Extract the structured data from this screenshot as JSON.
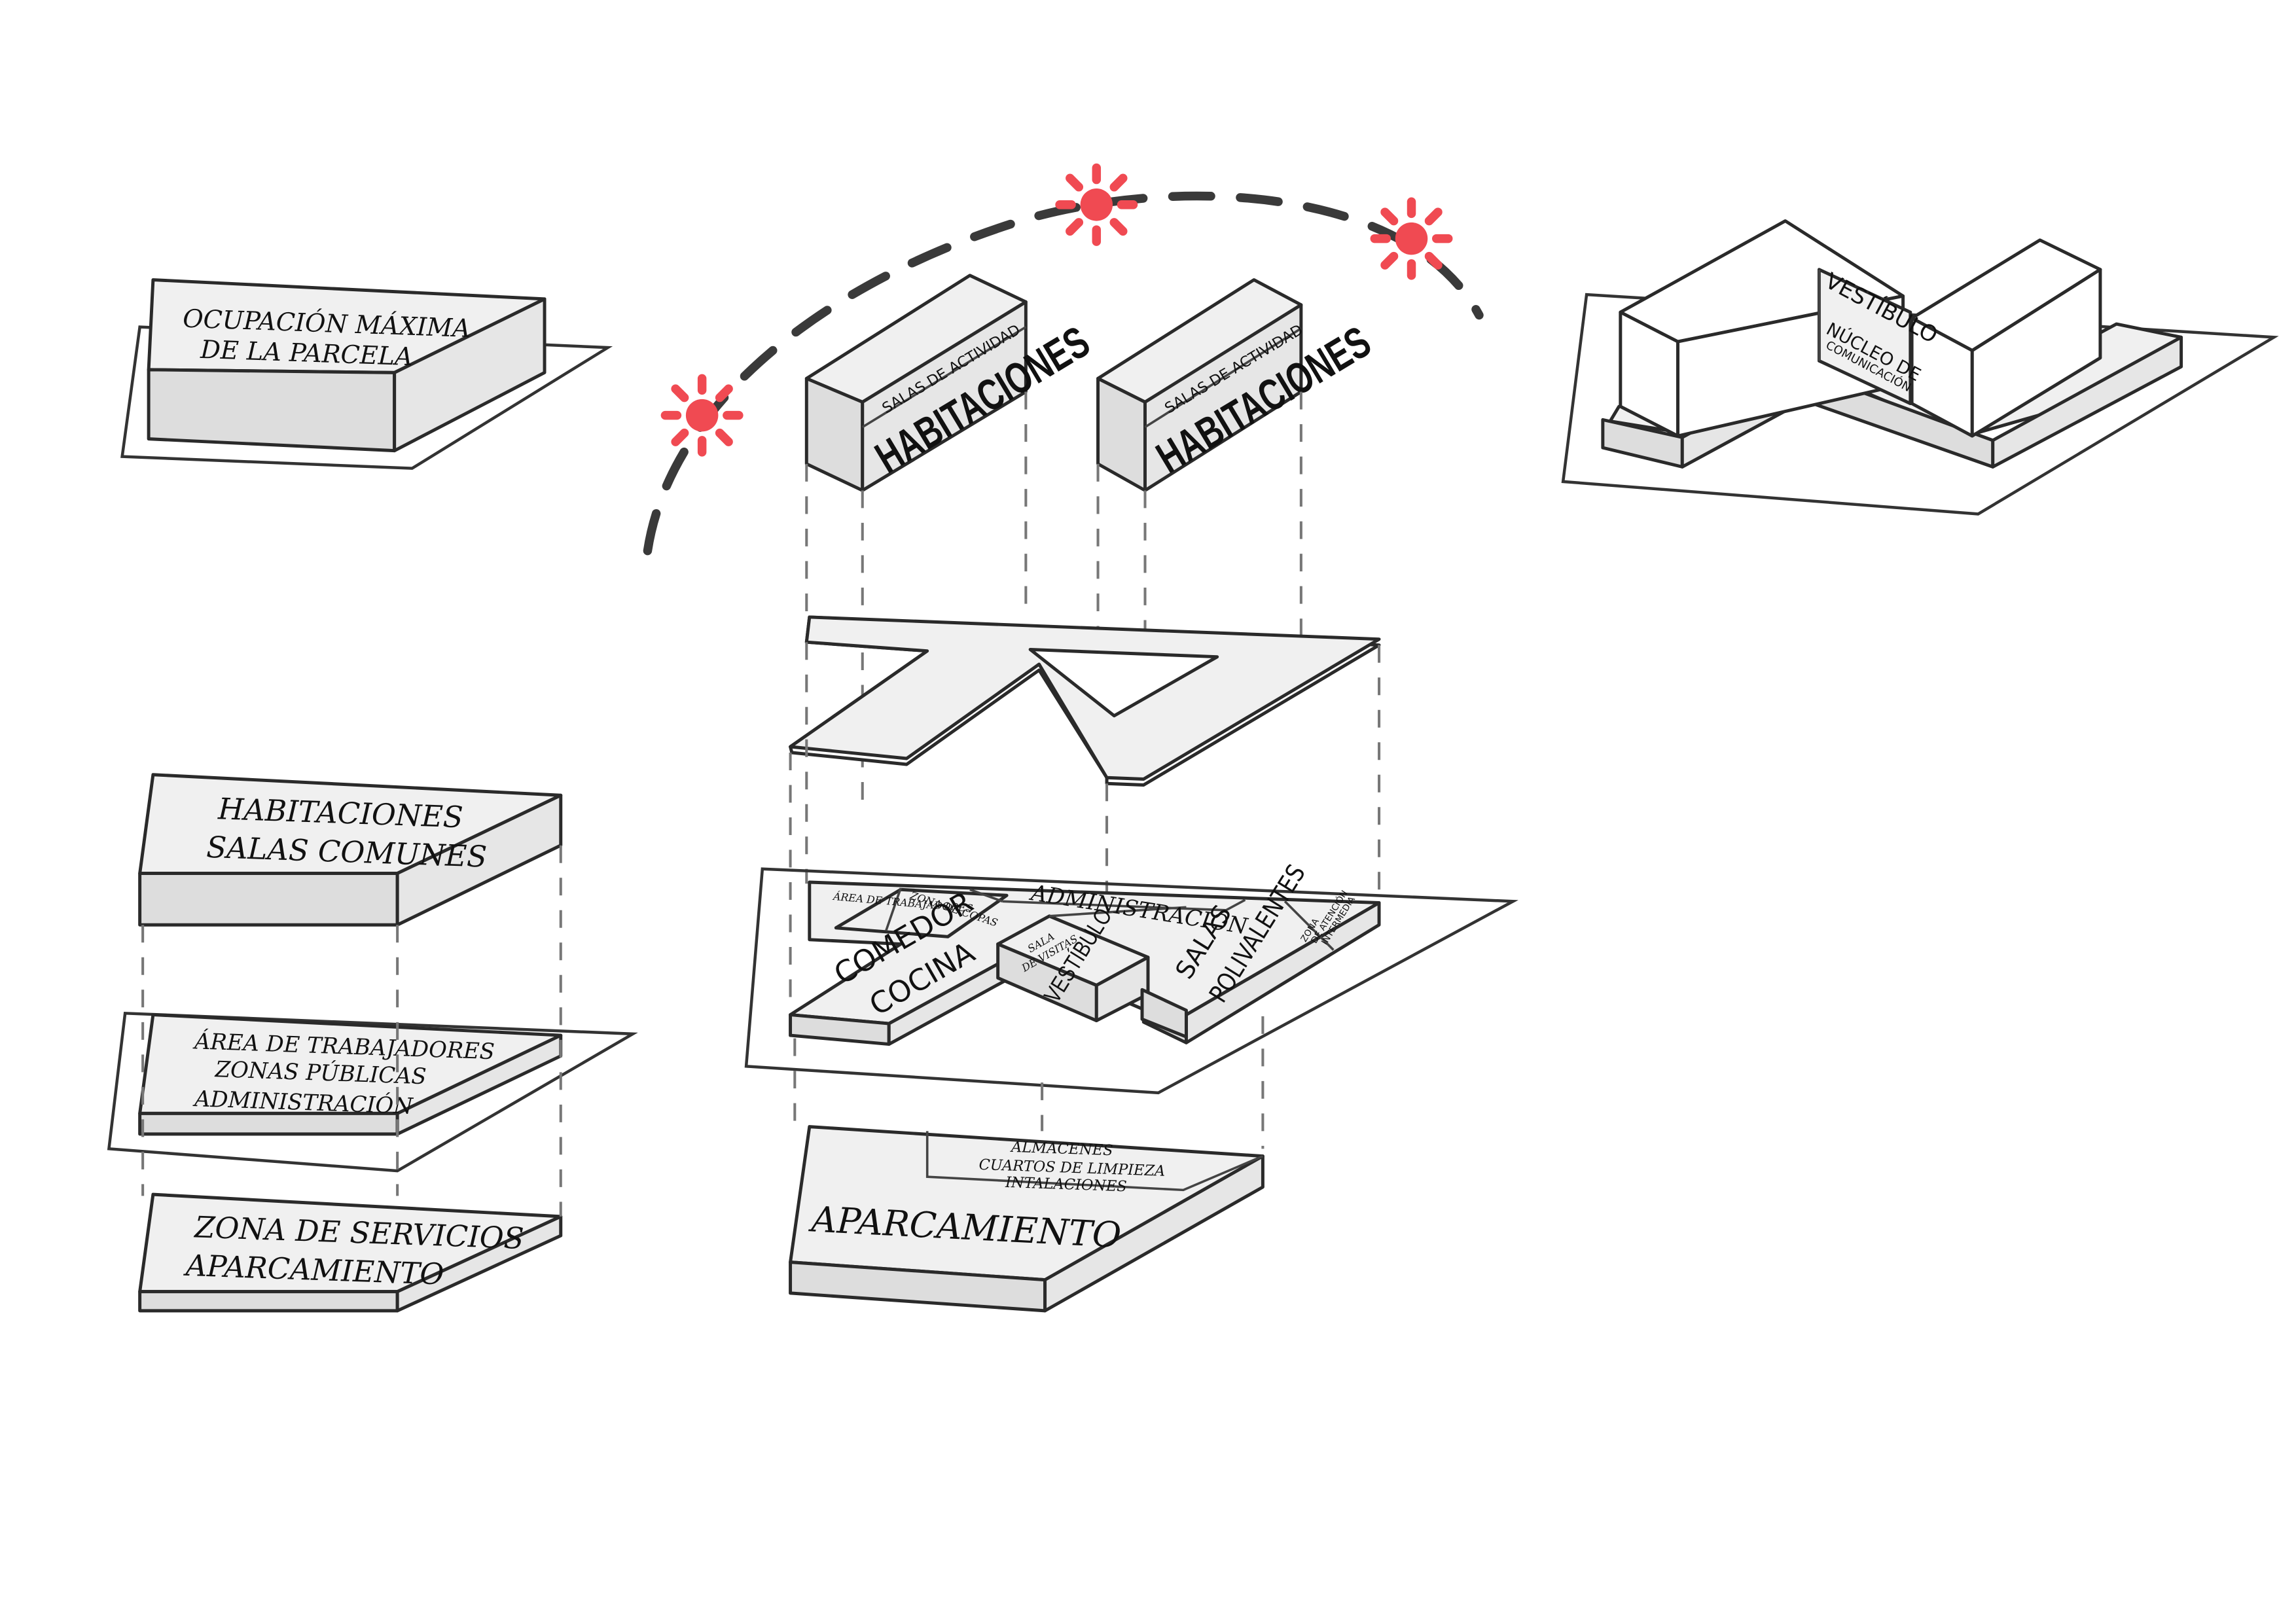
{
  "labels": {
    "max_occupation_1": "OCUPACIÓN MÁXIMA",
    "max_occupation_2": "DE LA PARCELA",
    "stack_rooms_1": "HABITACIONES",
    "stack_rooms_2": "SALAS COMUNES",
    "stack_workers_1": "ÁREA DE TRABAJADORES",
    "stack_workers_2": "ZONAS PÚBLICAS",
    "stack_workers_3": "ADMINISTRACIÓN",
    "stack_services_1": "ZONA DE SERVICIOS",
    "stack_services_2": "APARCAMIENTO",
    "block_a_small": "SALAS DE ACTIVIDAD",
    "block_a_big": "HABITACIONES",
    "block_b_small": "SALAS DE ACTIVIDAD",
    "block_b_big": "HABITACIONES",
    "ground_workers": "ÁREA DE TRABAJADORES",
    "ground_clean": "ZONA DE COPAS",
    "ground_admin": "ADMINISTRACIÓN",
    "ground_dining_1": "COMEDOR",
    "ground_dining_2": "COCINA",
    "ground_visits_1": "SALA",
    "ground_visits_2": "DE VISITAS",
    "ground_lobby": "VESTÍBULO",
    "ground_multi_1": "SALAS",
    "ground_multi_2": "POLIVALENTES",
    "ground_care_1": "ZONA",
    "ground_care_2": "DE ATENCIÓN",
    "ground_care_3": "INTERMEDIA",
    "base_store_1": "ALMACENES",
    "base_store_2": "CUARTOS DE LIMPIEZA",
    "base_store_3": "INTALACIONES",
    "base_parking": "APARCAMIENTO",
    "final_lobby": "VESTÍBULO",
    "final_core_1": "NÚCLEO DE",
    "final_core_2": "COMUNICACIÓN"
  },
  "colors": {
    "sun": "#f04a52",
    "top_face": "#f0f0f0",
    "side_face": "#dddddd",
    "line": "#2a2a2a"
  },
  "icons": [
    "sun-icon",
    "sun-icon",
    "sun-icon"
  ]
}
